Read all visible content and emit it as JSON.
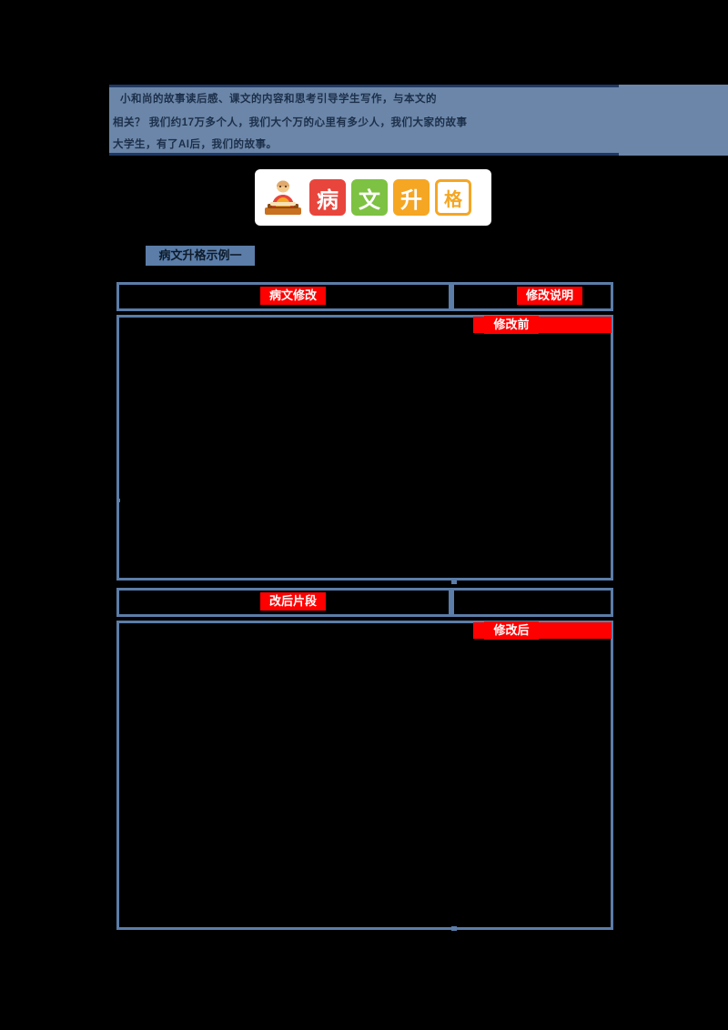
{
  "document": {
    "header": {
      "line1": "小和尚的故事读后感、课文的内容和思考引导学生写作，与本文的",
      "line2": "相关？ 我们约17万多个人，我们大个万的心里有多少人，我们大家的故事",
      "line3": "大学生，有了AI后，我们的故事。"
    },
    "logo": {
      "emblem_icon": "monk-reading-icon",
      "chars": [
        "病",
        "文",
        "升",
        "格"
      ]
    },
    "section_title": "病文升格示例一",
    "tables": [
      {
        "name": "before",
        "col_left_label": "病文修改",
        "col_right_label": "修改说明",
        "body_badge": "修改前",
        "left_body": "",
        "right_body": ""
      },
      {
        "name": "after",
        "col_left_label": "改后片段",
        "col_right_label": "",
        "body_badge": "修改后",
        "left_body": "",
        "right_body": ""
      }
    ],
    "colors": {
      "accent_blue": "#5b7da8",
      "header_band": "#6b86a8",
      "badge_red": "#ff0000",
      "page_background": "#000000",
      "tile_red": "#e8453c",
      "tile_green": "#7dc242",
      "tile_orange": "#f5a623",
      "tile_teal": "#2bb3c0"
    }
  }
}
